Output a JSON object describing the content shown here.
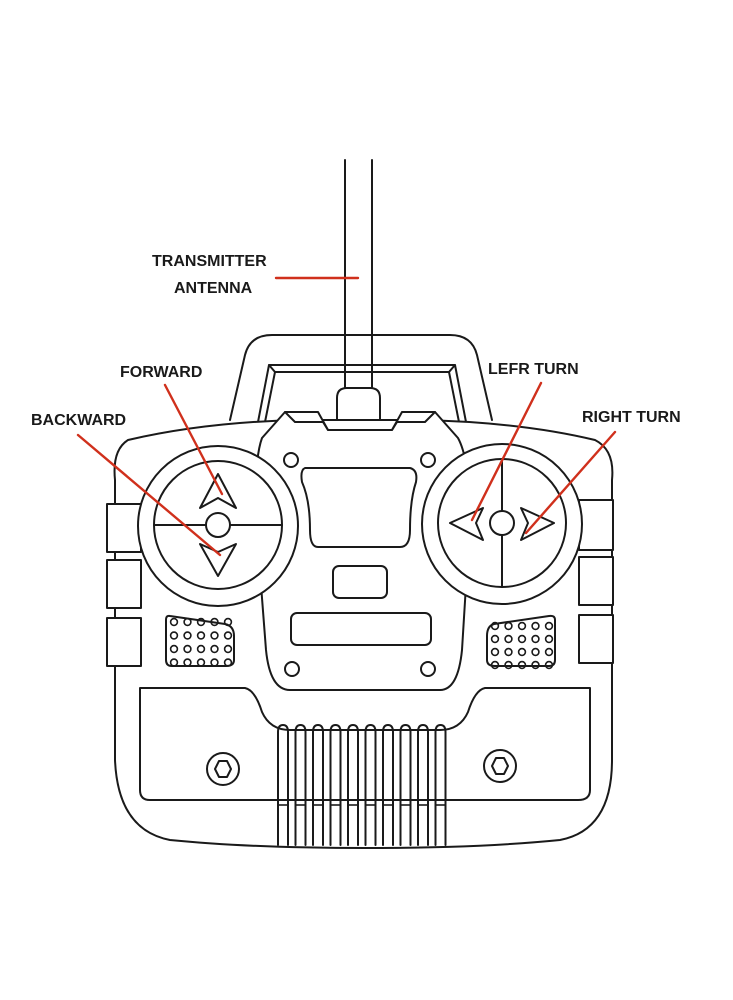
{
  "diagram": {
    "subject": "RC car transmitter",
    "leader_color": "#d0301c",
    "line_color": "#1a1a1a",
    "labels": {
      "antenna_line1": "TRANSMITTER",
      "antenna_line2": "ANTENNA",
      "forward": "FORWARD",
      "backward": "BACKWARD",
      "left_turn": "LEFR TURN",
      "right_turn": "RIGHT TURN"
    },
    "parts": {
      "left_stick": {
        "control": "throttle",
        "arrows": [
          "up",
          "down"
        ]
      },
      "right_stick": {
        "control": "steering",
        "arrows": [
          "left",
          "right"
        ]
      },
      "speaker_grille_dots_rows": 4,
      "vent_slots": 10,
      "hex_screws": 2
    }
  }
}
